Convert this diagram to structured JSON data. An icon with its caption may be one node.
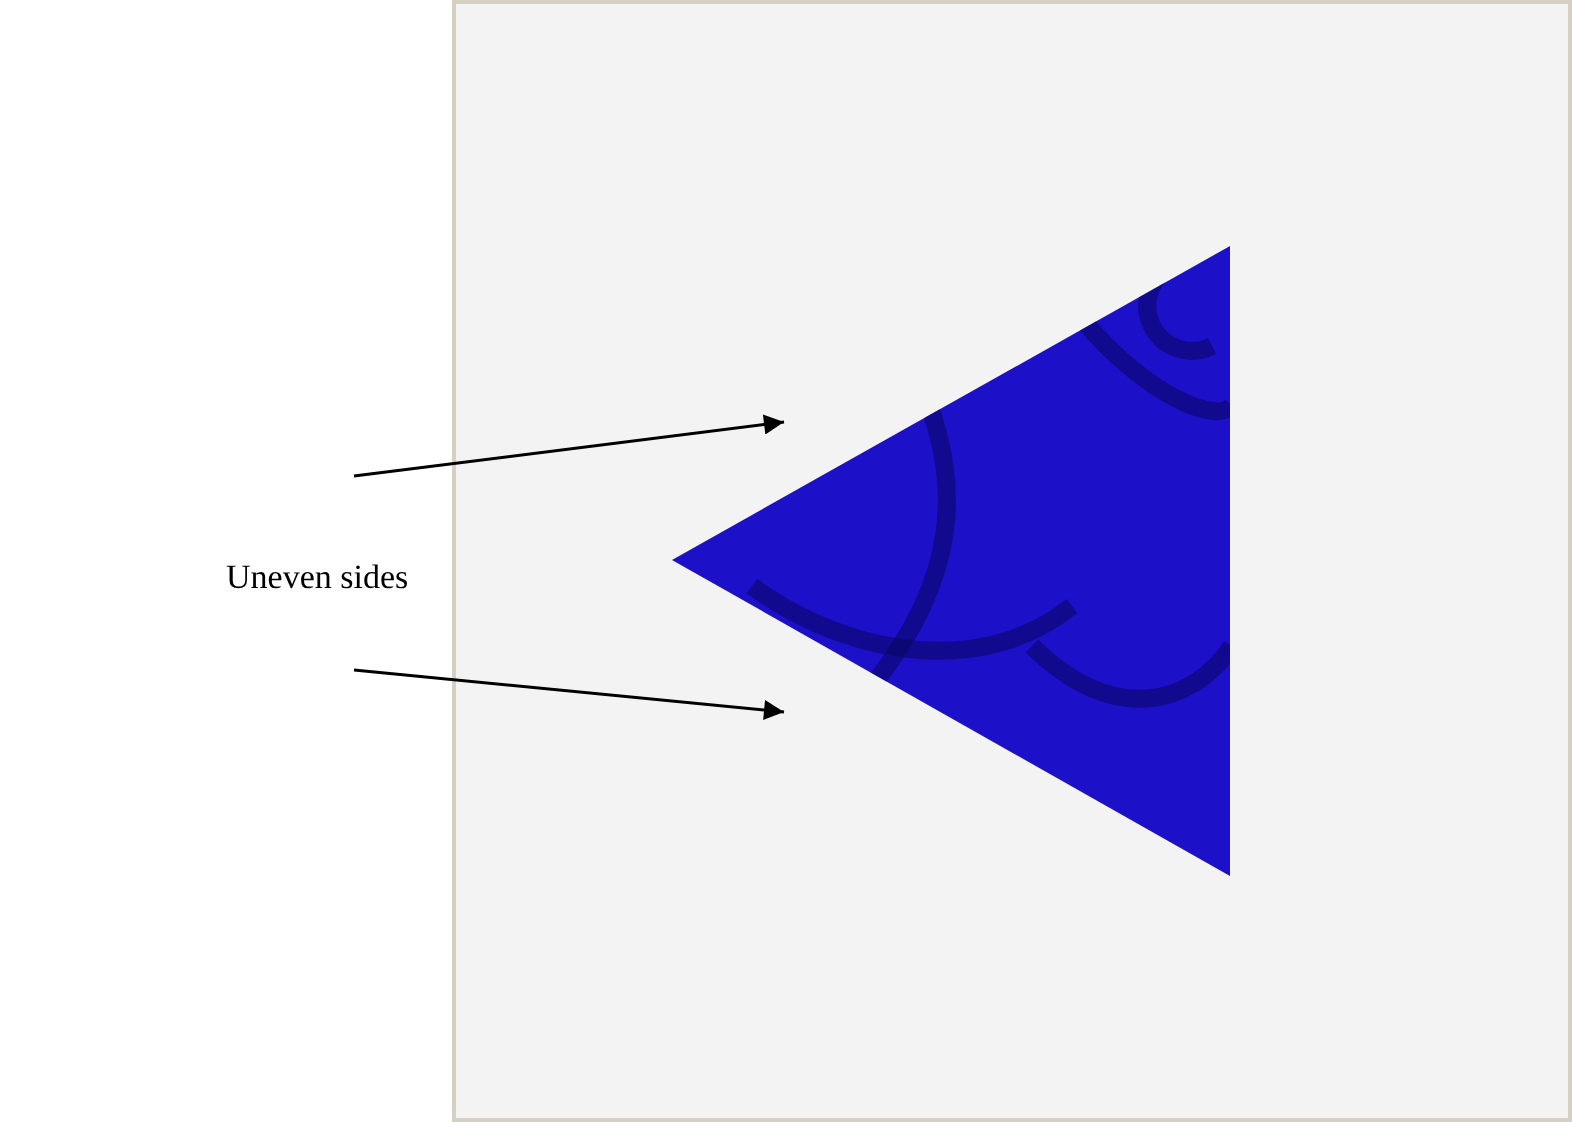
{
  "diagram": {
    "nodes": [
      {
        "text": [
          "Uneven sides"
        ]
      },
      {
        "text": [],
        "shape": "picture"
      }
    ],
    "edges": [
      {
        "from": 0,
        "to": 1,
        "arrow": "to"
      },
      {
        "from": 0,
        "to": 1,
        "arrow": "to"
      }
    ]
  }
}
